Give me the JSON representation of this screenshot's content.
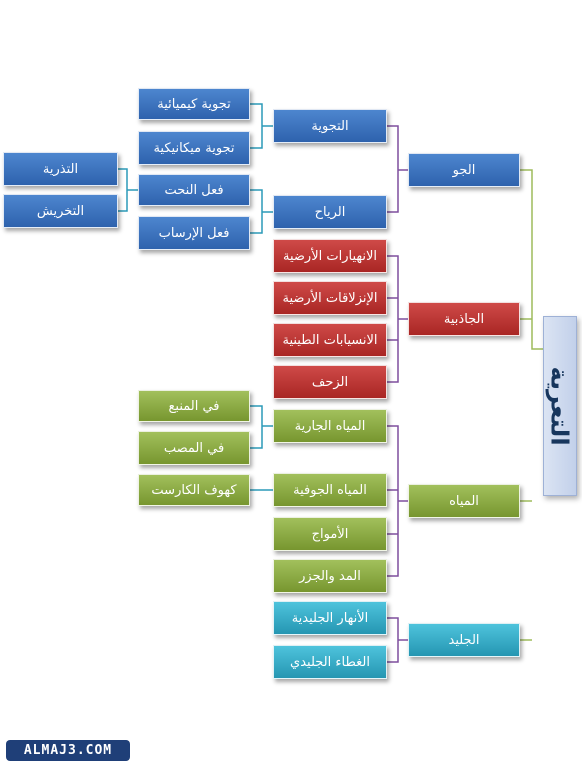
{
  "root": "التعرية",
  "agents": {
    "air": "الجو",
    "gravity": "الجاذبية",
    "water": "المياه",
    "ice": "الجليد"
  },
  "air": {
    "weathering": "التجوية",
    "weathering_types": [
      "تجوية كيميائية",
      "تجوية ميكانيكية"
    ],
    "wind": "الرياح",
    "wind_actions": [
      "فعل النحت",
      "فعل الإرساب"
    ],
    "erosion_results": [
      "التذرية",
      "التخريش"
    ]
  },
  "gravity": {
    "items": [
      "الانهيارات الأرضية",
      "الإنزلاقات الأرضية",
      "الانسيابات الطينية",
      "الزحف"
    ]
  },
  "water": {
    "running": "المياه الجارية",
    "running_places": [
      "في المنبع",
      "في المصب"
    ],
    "groundwater": "المياه الجوفية",
    "karst": "كهوف الكارست",
    "waves": "الأمواج",
    "tides": "المد والجزر"
  },
  "ice": {
    "items": [
      "الأنهار الجليدية",
      "الغطاء الجليدي"
    ]
  },
  "watermark": "ALMAJ3.COM",
  "colors": {
    "blue": "#3a72bf",
    "red": "#bd3533",
    "green": "#8cad44",
    "cyan": "#33aecb",
    "connector_air": "#7f4f9e",
    "connector_root": "#9dbb5c",
    "connector_water": "#2b9ab8"
  }
}
